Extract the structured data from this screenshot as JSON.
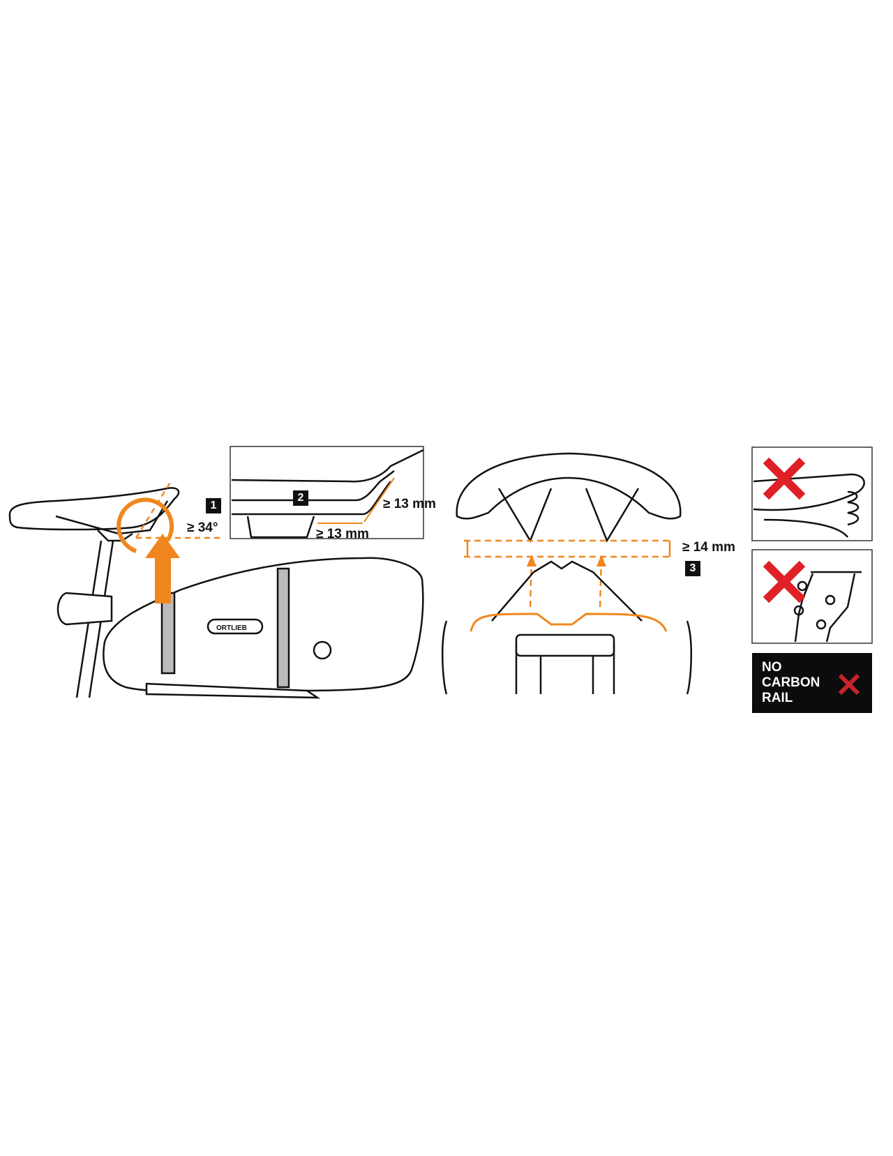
{
  "colors": {
    "accent": "#F0871E",
    "line": "#111111",
    "warning_x": "#E02027",
    "panel_bg": "#0C0C0C"
  },
  "steps": [
    {
      "number": "1",
      "label": "≥ 34°"
    },
    {
      "number": "2",
      "label_vertical": "≥ 13 mm",
      "label_horizontal": "≥ 13 mm"
    },
    {
      "number": "3",
      "label": "≥ 14 mm"
    }
  ],
  "brand": {
    "logo_text": "ORTLIEB"
  },
  "warnings": [
    {
      "name": "no-suspension-saddle",
      "icon": "red-x-icon"
    },
    {
      "name": "no-suspension-seatpost",
      "icon": "red-x-icon"
    },
    {
      "name": "no-carbon-rail",
      "lines": [
        "NO",
        "CARBON",
        "RAIL"
      ],
      "icon": "red-x-icon"
    }
  ]
}
